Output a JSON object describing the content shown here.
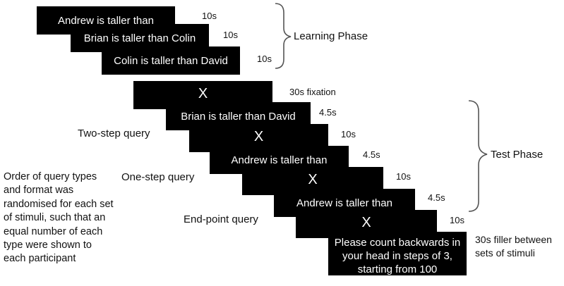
{
  "screens": [
    {
      "id": "s1",
      "text": "Andrew is taller than",
      "duration": "10s"
    },
    {
      "id": "s2",
      "text": "Brian is taller than Colin",
      "duration": "10s"
    },
    {
      "id": "s3",
      "text": "Colin is taller than David",
      "duration": "10s"
    },
    {
      "id": "s4",
      "text": "X",
      "duration": "30s fixation"
    },
    {
      "id": "s5",
      "text": "Brian is taller than David",
      "duration": "4.5s"
    },
    {
      "id": "s6",
      "text": "X",
      "duration": "10s"
    },
    {
      "id": "s7",
      "text": "Andrew is taller than",
      "duration": "4.5s"
    },
    {
      "id": "s8",
      "text": "X",
      "duration": "10s"
    },
    {
      "id": "s9",
      "text": "Andrew is taller than",
      "duration": "4.5s"
    },
    {
      "id": "s10",
      "text": "X",
      "duration": "10s"
    },
    {
      "id": "s11",
      "text": "Please count backwards in your head in steps of 3, starting from 100",
      "duration": "30s filler between sets of stimuli"
    }
  ],
  "phases": {
    "learning": "Learning Phase",
    "test": "Test Phase"
  },
  "query_labels": {
    "two_step": "Two-step query",
    "one_step": "One-step query",
    "end_point": "End-point query"
  },
  "note": "Order of query types and format was randomised for each set of stimuli, such that an equal number of each type were shown to each participant"
}
